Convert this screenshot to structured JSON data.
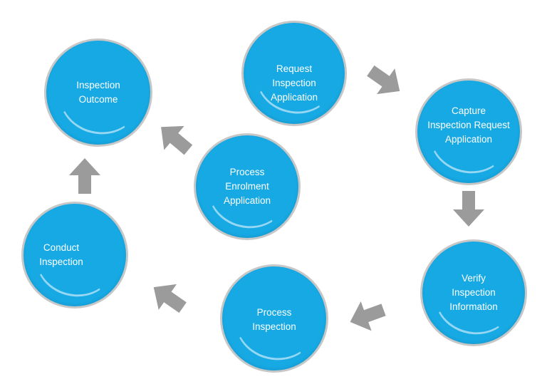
{
  "colors": {
    "circle_fill": "#17a9e4",
    "circle_rim": "#c7c7c7",
    "arrow": "#9b9b9b",
    "text": "#ffffff"
  },
  "steps": {
    "request": [
      "Request",
      "Inspection",
      "Application"
    ],
    "capture": [
      "Capture",
      "Inspection Request",
      "Application"
    ],
    "verify": [
      "Verify",
      "Inspection",
      "Information"
    ],
    "process_inspection": [
      "Process",
      "Inspection"
    ],
    "conduct": [
      "Conduct",
      "Inspection"
    ],
    "outcome": [
      "Inspection",
      "Outcome"
    ],
    "process_enrolment": [
      "Process",
      "Enrolment",
      "Application"
    ]
  },
  "arrow_icon": "block-arrow-icon"
}
